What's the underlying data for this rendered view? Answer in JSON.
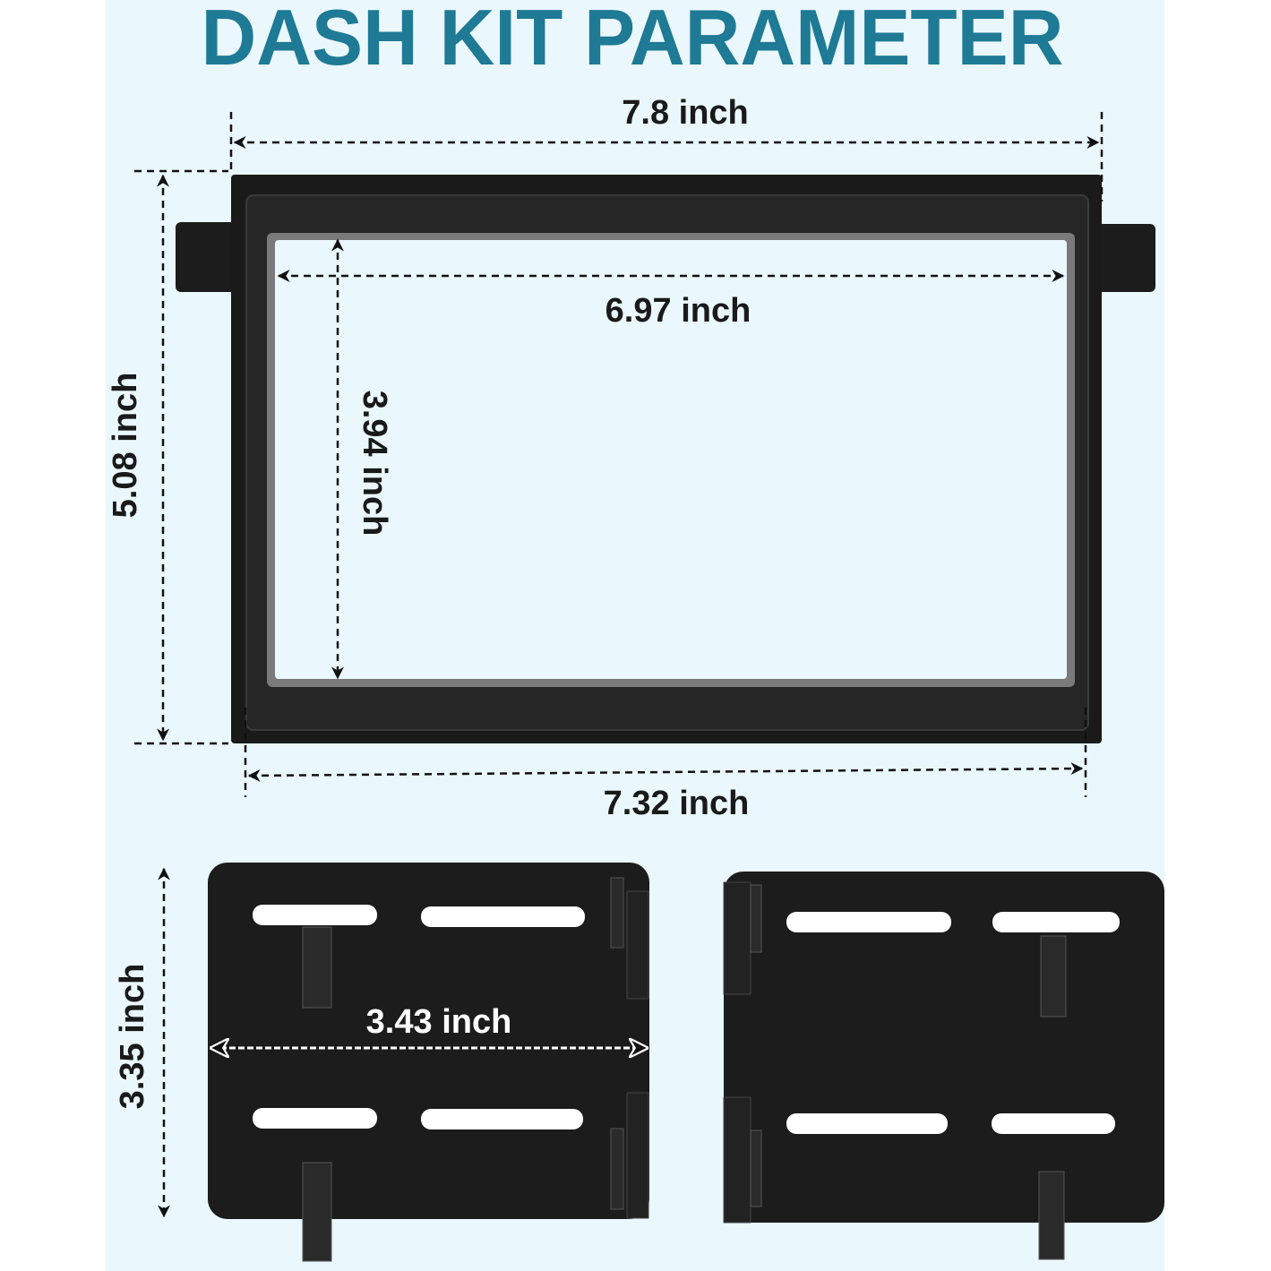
{
  "title": "DASH KIT PARAMETER",
  "colors": {
    "title": "#1e7a95",
    "background": "#eaf7fc",
    "part": "#1c1c1c"
  },
  "dimensions": {
    "outer_width": "7.8 inch",
    "inner_width": "6.97 inch",
    "outer_height": "5.08 inch",
    "inner_height": "3.94 inch",
    "bottom_width": "7.32 inch",
    "bracket_height": "3.35 inch",
    "bracket_width": "3.43 inch"
  }
}
